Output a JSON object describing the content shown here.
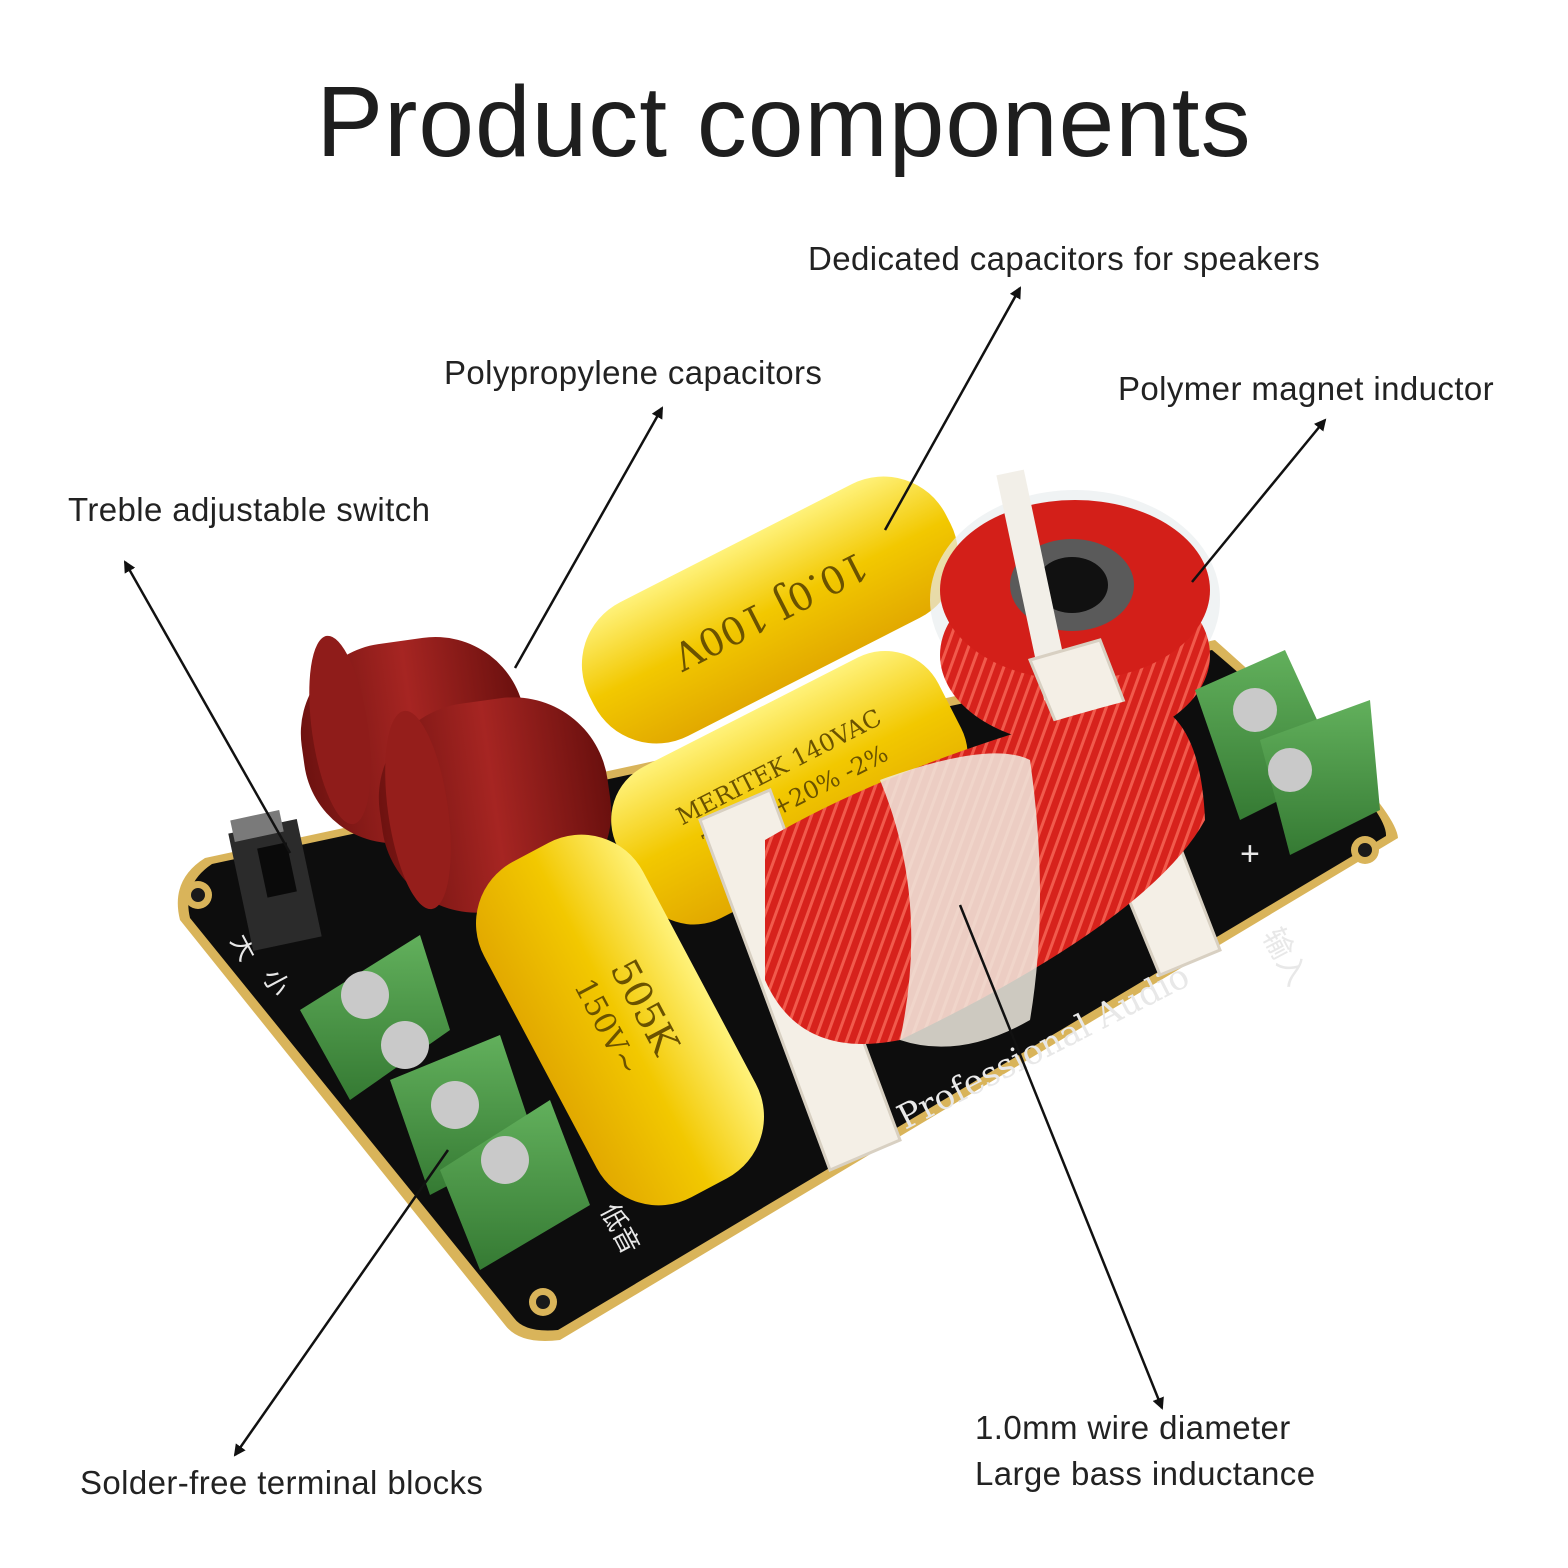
{
  "title": "Product components",
  "labels": {
    "dedicated_caps": "Dedicated capacitors for speakers",
    "polypropylene_caps": "Polypropylene capacitors",
    "polymer_inductor": "Polymer magnet inductor",
    "treble_switch": "Treble adjustable switch",
    "wire_line1": "1.0mm wire diameter",
    "wire_line2": "Large bass inductance",
    "terminal_blocks": "Solder-free terminal blocks"
  },
  "board_print": {
    "cap_top": "10.0J 100V",
    "cap_mid_line1": "MERITEK 140VAC",
    "cap_mid_line2": "7.0µF +20% -2%",
    "cap_front_line1": "505K",
    "cap_front_line2": "150V~",
    "silkscreen": "Professional Audio",
    "cn_input": "输入",
    "cn_bass": "低音",
    "cn_big": "大",
    "cn_small": "小"
  },
  "colors": {
    "pcb": "#0d0d0d",
    "pcb_edge": "#d9b45a",
    "terminal": "#4e9a4a",
    "red_cap": "#8f1c1a",
    "yellow_cap": "#f2c500",
    "coil": "#d9221d",
    "bobbin": "#f4efe6"
  }
}
